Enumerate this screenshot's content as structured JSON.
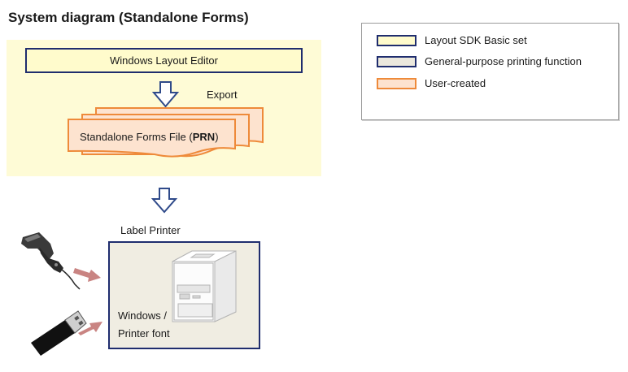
{
  "title": "System diagram  (Standalone Forms)",
  "editor": {
    "label": "Windows Layout Editor"
  },
  "export": {
    "label": "Export"
  },
  "file": {
    "label_prefix": "Standalone Forms File (",
    "label_bold": "PRN",
    "label_suffix": ")"
  },
  "printer": {
    "label": "Label Printer",
    "font_line1": "Windows /",
    "font_line2": "Printer font"
  },
  "legend": {
    "items": [
      {
        "label": "Layout SDK Basic set",
        "fill": "#fffbcc",
        "border": "#1f2d6e"
      },
      {
        "label": "General-purpose printing function",
        "fill": "#ebe8dd",
        "border": "#1f2d6e"
      },
      {
        "label": "User-created",
        "fill": "#fde3cf",
        "border": "#ee8a3a"
      }
    ]
  },
  "colors": {
    "sdk_area": "#fefbd6",
    "navy_border": "#1f2d6e",
    "orange_border": "#ee8a3a",
    "arrow_outline": "#2f4a8a",
    "feed_arrow": "#c98482"
  },
  "icons": [
    "barcode-scanner-icon",
    "usb-drive-icon",
    "label-printer-icon",
    "down-arrow-icon",
    "feed-arrow-icon"
  ]
}
